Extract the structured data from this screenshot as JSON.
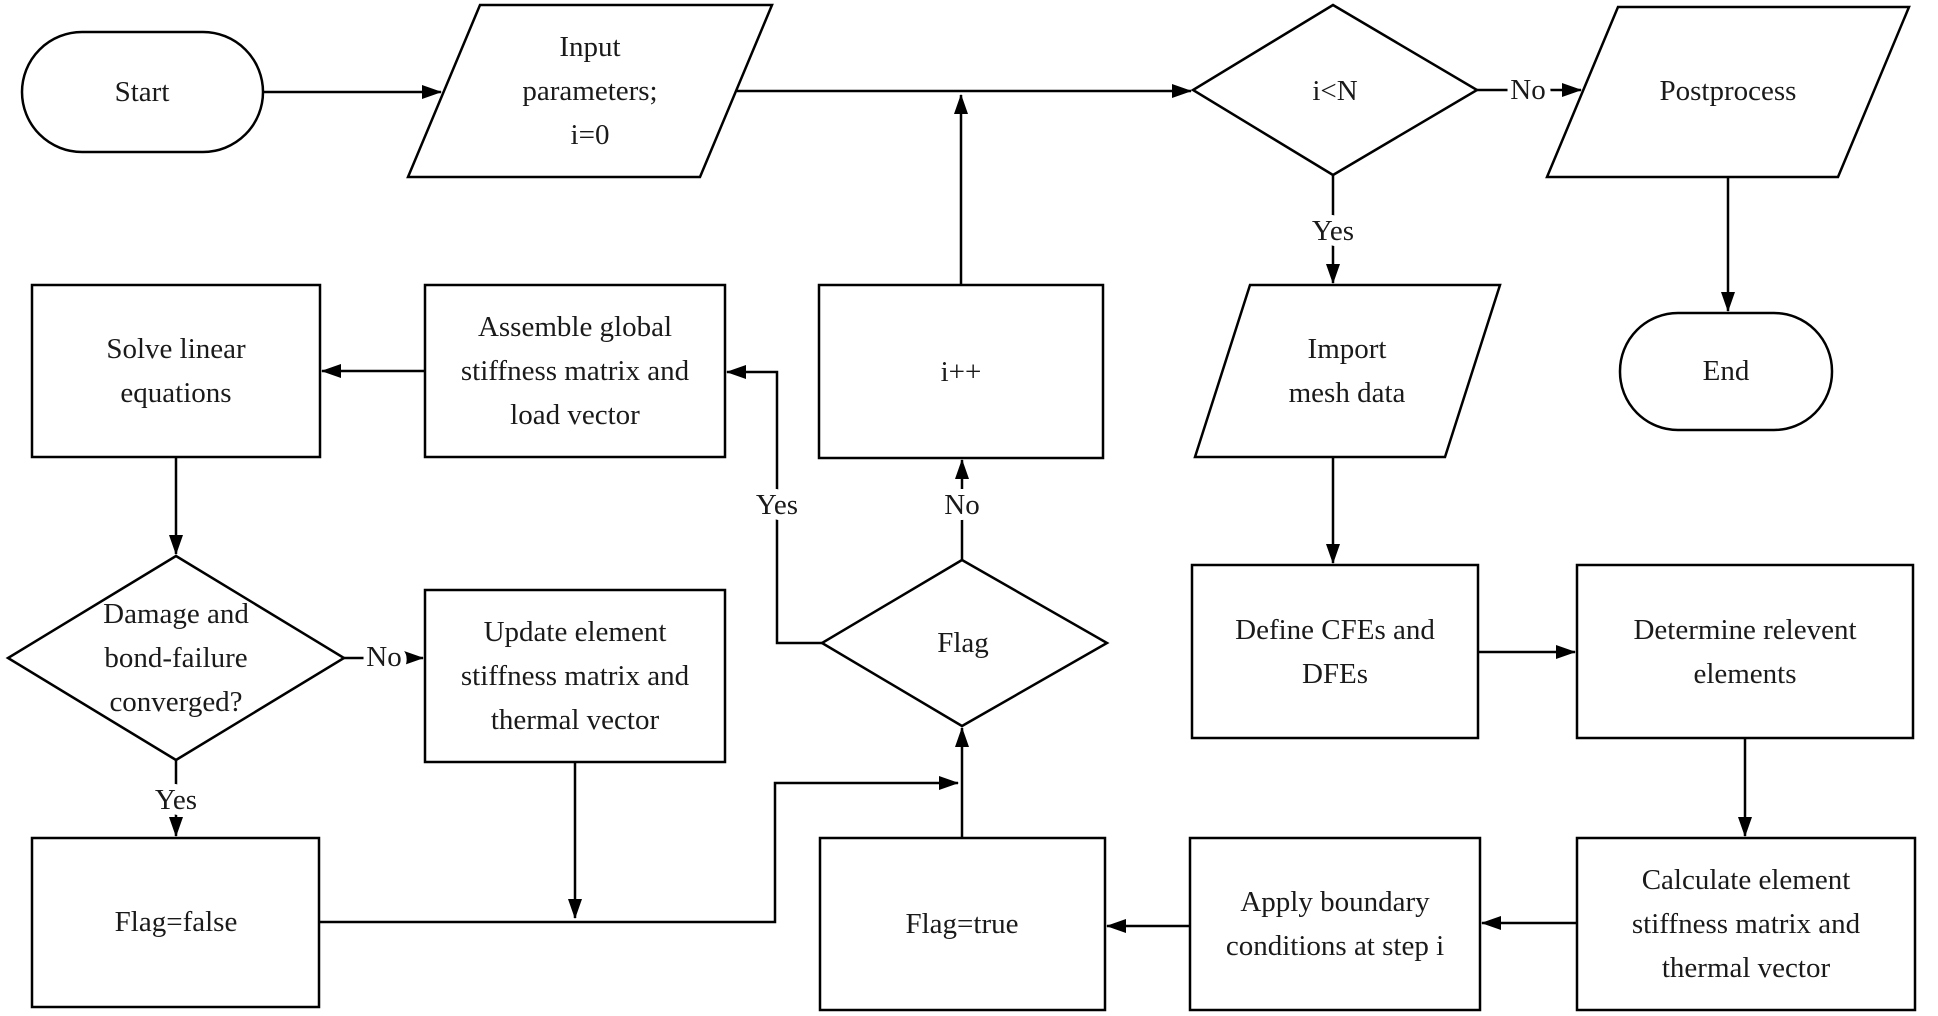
{
  "colors": {
    "background": "#ffffff",
    "shape_fill": "#ffffff",
    "stroke": "#000000",
    "text": "#1a1a1a"
  },
  "nodes": {
    "start": {
      "type": "terminator",
      "label": "Start"
    },
    "input_params": {
      "type": "io",
      "lines": [
        "Input",
        "parameters;",
        "i=0"
      ]
    },
    "i_lt_n": {
      "type": "decision",
      "label": "i<N"
    },
    "postprocess": {
      "type": "io",
      "label": "Postprocess"
    },
    "end": {
      "type": "terminator",
      "label": "End"
    },
    "import_mesh": {
      "type": "io",
      "lines": [
        "Import",
        "mesh data"
      ]
    },
    "solve_linear": {
      "type": "process",
      "lines": [
        "Solve linear",
        "equations"
      ]
    },
    "assemble_global": {
      "type": "process",
      "lines": [
        "Assemble global",
        "stiffness matrix and",
        "load vector"
      ]
    },
    "i_increment": {
      "type": "process",
      "label": "i++"
    },
    "damage_converged": {
      "type": "decision",
      "lines": [
        "Damage and",
        "bond-failure",
        "converged?"
      ]
    },
    "update_element": {
      "type": "process",
      "lines": [
        "Update element",
        "stiffness matrix and",
        "thermal vector"
      ]
    },
    "flag_decision": {
      "type": "decision",
      "label": "Flag"
    },
    "define_cfes": {
      "type": "process",
      "lines": [
        "Define CFEs and",
        "DFEs"
      ]
    },
    "determine_relevent": {
      "type": "process",
      "lines": [
        "Determine relevent",
        "elements"
      ]
    },
    "flag_false": {
      "type": "process",
      "label": "Flag=false"
    },
    "flag_true": {
      "type": "process",
      "label": "Flag=true"
    },
    "apply_boundary": {
      "type": "process",
      "lines": [
        "Apply boundary",
        "conditions at step i"
      ]
    },
    "calculate_element": {
      "type": "process",
      "lines": [
        "Calculate element",
        "stiffness matrix and",
        "thermal vector"
      ]
    }
  },
  "edge_labels": {
    "i_lt_n_no": "No",
    "i_lt_n_yes": "Yes",
    "flag_no": "No",
    "flag_yes": "Yes",
    "damage_no": "No",
    "damage_yes": "Yes"
  }
}
